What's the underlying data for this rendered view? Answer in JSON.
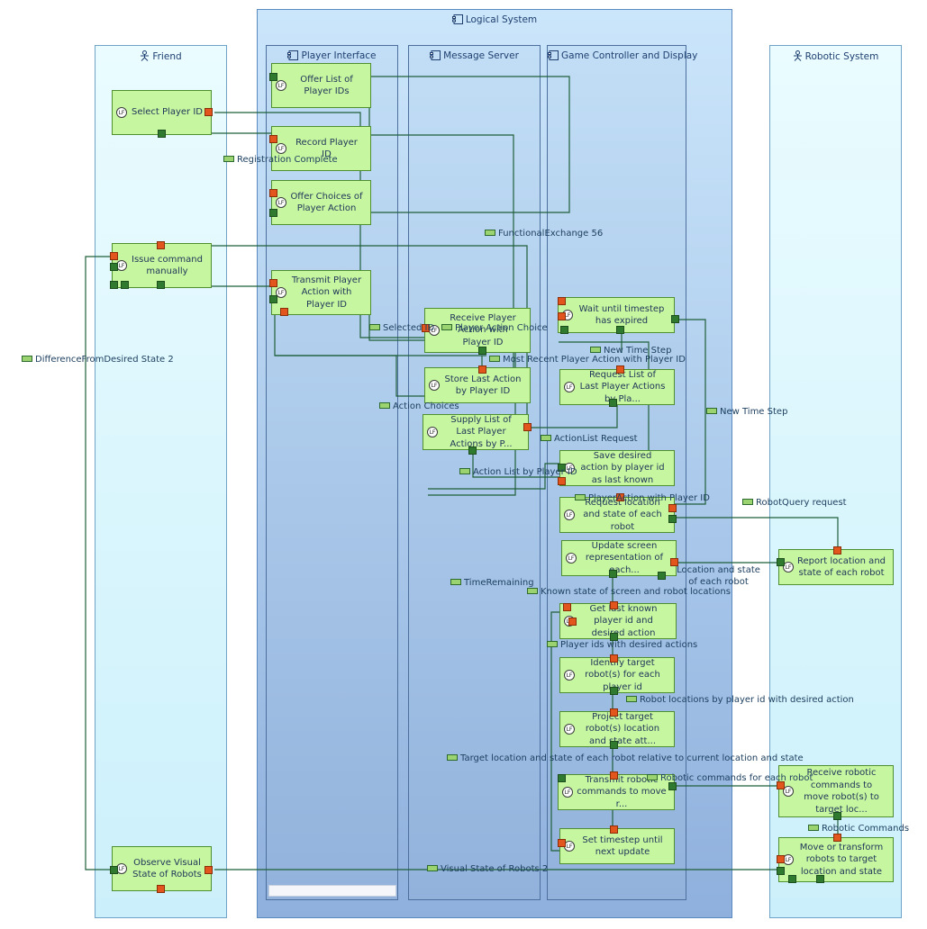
{
  "lanes": {
    "logical": {
      "title": "Logical System",
      "icon": "component-icon"
    },
    "friend": {
      "title": "Friend",
      "icon": "actor-icon"
    },
    "robotic": {
      "title": "Robotic System",
      "icon": "actor-icon"
    },
    "player_interface": {
      "title": "Player Interface",
      "icon": "component-icon"
    },
    "message_server": {
      "title": "Message Server",
      "icon": "component-icon"
    },
    "game_controller": {
      "title": "Game Controller and Display",
      "icon": "component-icon"
    }
  },
  "lf_badge": "LF",
  "functions": {
    "select_player_id": "Select Player ID",
    "issue_command": "Issue command manually",
    "observe_visual": "Observe Visual State of Robots",
    "offer_list_ids": "Offer List of Player IDs",
    "record_player_id": "Record Player ID",
    "offer_choices": "Offer Choices of Player Action",
    "transmit_player_action": "Transmit Player Action with Player ID",
    "receive_player_action": "Receive Player Action with Player ID",
    "store_last_action": "Store Last Action by Player ID",
    "supply_list": "Supply List of Last Player Actions by P...",
    "wait_timestep": "Wait until timestep has expired",
    "request_list": "Request List of Last Player Actions by Pla...",
    "save_desired": "Save desired action by player id as last known",
    "request_location": "Request location and state of each robot",
    "update_screen": "Update screen representation of each...",
    "get_last_known": "Get last known player id and desired action",
    "identify_target": "Identify target robot(s) for each player id",
    "project_target": "Project target robot(s) location and state att...",
    "transmit_robotic": "Transmit robotic commands to move r...",
    "set_timestep": "Set timestep until next update",
    "report_location": "Report location and state of each robot",
    "receive_robotic": "Receive robotic commands to move robot(s) to target loc...",
    "move_transform": "Move or transform robots to target location and state"
  },
  "exchanges": {
    "registration_complete": "Registration Complete",
    "functional_exchange_56": "FunctionalExchange 56",
    "difference_from_desired": "DifferenceFromDesired State 2",
    "selected_id": "Selected ID",
    "player_action_choice": "Player Action Choice",
    "new_time_step_1": "New Time Step",
    "most_recent_action": "Most Recent Player Action with Player ID",
    "action_choices": "Action Choices",
    "new_time_step_2": "New Time Step",
    "action_list_request": "ActionList Request",
    "action_list_by_player": "Action List by Player ID",
    "player_action_with_id": "PlayerAction with Player ID",
    "robot_query_request": "RobotQuery request",
    "location_state": "Location and state of each robot",
    "time_remaining": "TimeRemaining",
    "known_state": "Known state of screen and robot locations",
    "player_ids_desired": "Player ids with desired actions",
    "robot_locations": "Robot locations by player id with desired action",
    "target_location": "Target location and state of each robot relative to current location and state",
    "robotic_commands_each": "Robotic commands for each robot",
    "robotic_commands": "Robotic Commands",
    "visual_state": "Visual State of Robots 2"
  }
}
